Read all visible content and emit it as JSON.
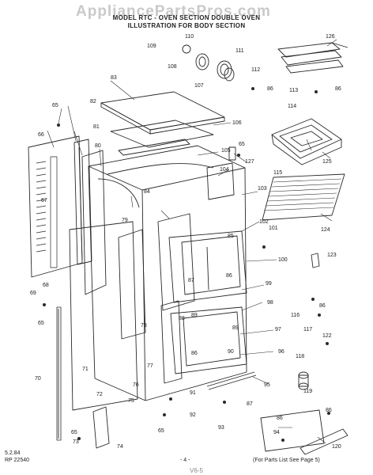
{
  "watermark": "AppliancePartsPros.com",
  "header": {
    "line1": "MODEL RTC - OVEN SECTION DOUBLE OVEN",
    "line2": "ILLUSTRATION FOR BODY SECTION"
  },
  "footer": {
    "date": "5.2.84",
    "part_code": "RP 22540",
    "page_number": "- 4 -",
    "parts_note": "(For Parts List See Page 5)",
    "bottom_mark": "V6-5"
  },
  "callouts": [
    "65",
    "66",
    "67",
    "68",
    "69",
    "70",
    "71",
    "72",
    "73",
    "74",
    "75",
    "76",
    "77",
    "78",
    "79",
    "80",
    "81",
    "82",
    "83",
    "84",
    "85",
    "86",
    "87",
    "88",
    "89",
    "90",
    "91",
    "92",
    "93",
    "94",
    "95",
    "96",
    "97",
    "98",
    "99",
    "100",
    "101",
    "102",
    "103",
    "104",
    "105",
    "106",
    "107",
    "108",
    "109",
    "110",
    "111",
    "112",
    "113",
    "114",
    "115",
    "116",
    "117",
    "118",
    "119",
    "120",
    "122",
    "123",
    "124",
    "125",
    "126",
    "127"
  ]
}
